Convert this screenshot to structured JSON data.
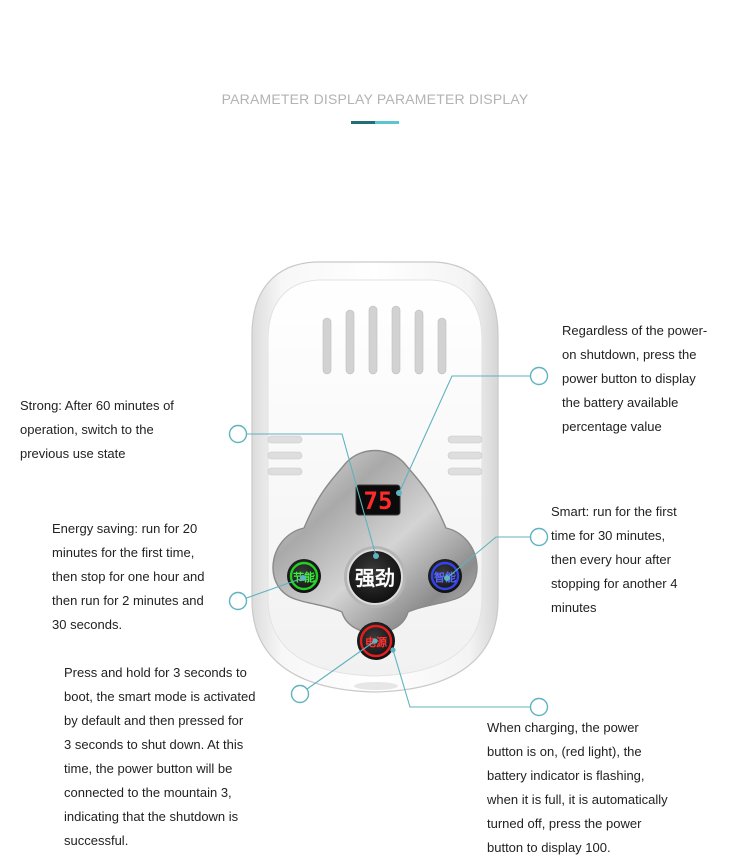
{
  "header": {
    "title": "PARAMETER DISPLAY PARAMETER DISPLAY"
  },
  "device": {
    "display_value": "75",
    "buttons": {
      "energy_saving": "节能",
      "strong": "强劲",
      "smart": "智能",
      "power": "电源"
    }
  },
  "annotations": {
    "strong": [
      "Strong: After 60 minutes of",
      "operation, switch to the",
      "previous use state"
    ],
    "battery": [
      "Regardless of the power-",
      "on shutdown, press the",
      "power button to display",
      "the battery available",
      "percentage value"
    ],
    "energy_saving": [
      "Energy saving: run for 20",
      "minutes for the first time,",
      "then stop for one hour and",
      "then run for 2 minutes and",
      "30 seconds."
    ],
    "smart": [
      "Smart: run for the first",
      "time for 30 minutes,",
      "then every hour after",
      "stopping for another 4",
      "minutes"
    ],
    "press_hold": [
      "Press and hold for 3 seconds to",
      "boot, the smart mode is activated",
      "by default and then pressed for",
      "3 seconds to shut down. At this",
      "time, the power button will be",
      "connected to the mountain 3,",
      "indicating that the shutdown is",
      "successful."
    ],
    "charging": [
      "When charging, the power",
      "button is on, (red light), the",
      "battery indicator is flashing,",
      "when it is full, it is automatically",
      "turned off, press the power",
      "button to display 100."
    ]
  },
  "colors": {
    "accent_dark": "#1f6f74",
    "accent_light": "#5cc6d0",
    "connector": "#5fb3bf",
    "energy_ring": "#22d022",
    "smart_ring": "#3344ee",
    "power_ring": "#e02020",
    "display_red": "#ff2a2a"
  }
}
